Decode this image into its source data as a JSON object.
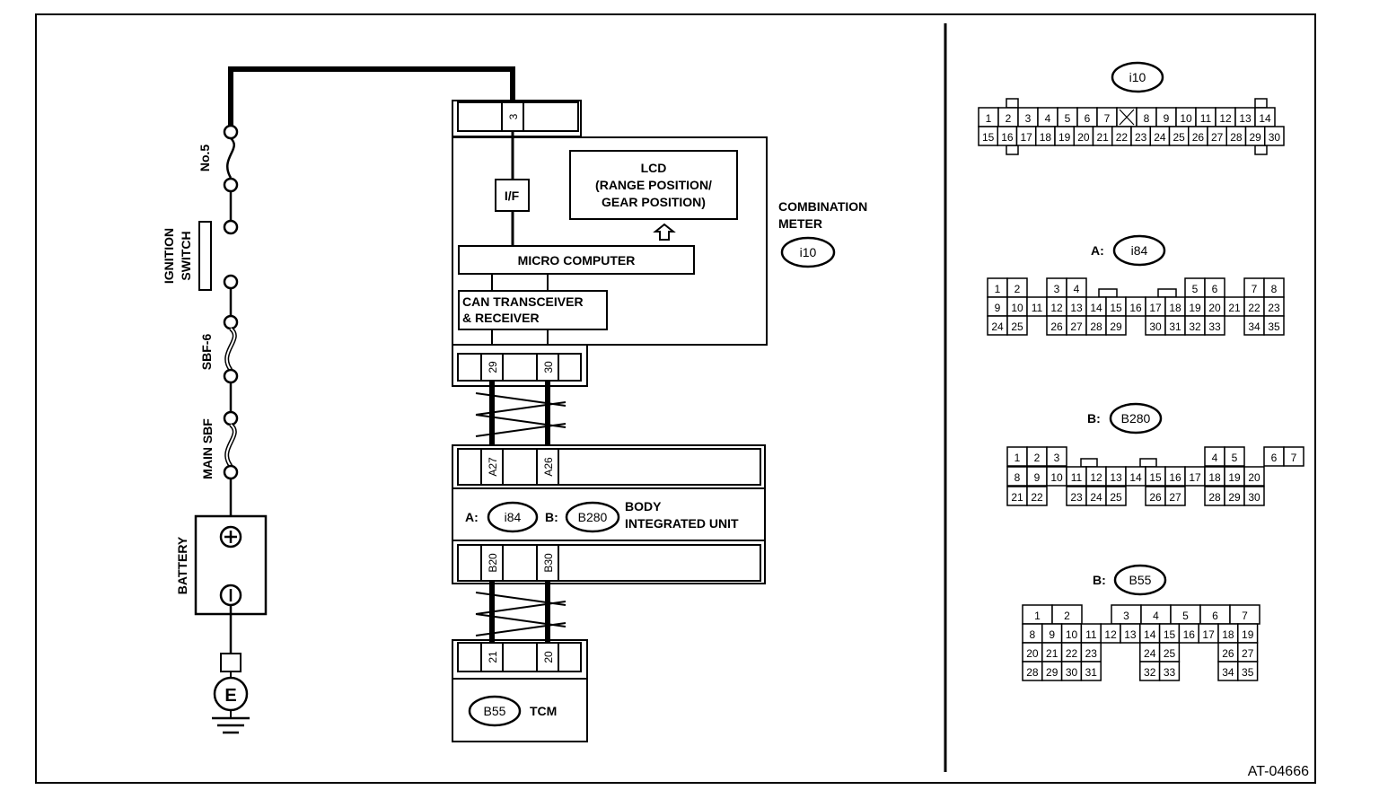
{
  "figure_id": "AT-04666",
  "power": {
    "fuse_no5": "No.5",
    "ignition_switch": [
      "IGNITION",
      "SWITCH"
    ],
    "sbf6": "SBF-6",
    "main_sbf": "MAIN SBF",
    "battery": "BATTERY",
    "plus": "⊕",
    "minus": "⊖",
    "ground": "E"
  },
  "combination_meter": {
    "pin_top": "3",
    "if_label": "I/F",
    "lcd": [
      "LCD",
      "(RANGE POSITION/",
      "GEAR POSITION)"
    ],
    "micro_computer": "MICRO COMPUTER",
    "can": [
      "CAN TRANSCEIVER",
      "& RECEIVER"
    ],
    "title": [
      "COMBINATION",
      "METER"
    ],
    "connector": "i10",
    "pins_bottom": [
      "29",
      "30"
    ]
  },
  "body_integrated_unit": {
    "pins_top": [
      "A27",
      "A26"
    ],
    "a_prefix": "A:",
    "a_connector": "i84",
    "b_prefix": "B:",
    "b_connector": "B280",
    "title": [
      "BODY",
      "INTEGRATED UNIT"
    ],
    "pins_bottom": [
      "B20",
      "B30"
    ]
  },
  "tcm": {
    "pins_top": [
      "21",
      "20"
    ],
    "connector": "B55",
    "title": "TCM"
  },
  "connectors": {
    "i10": {
      "label": "i10",
      "prefix": "",
      "row1": [
        "1",
        "2",
        "3",
        "4",
        "5",
        "6",
        "7",
        "",
        "8",
        "9",
        "10",
        "11",
        "12",
        "13",
        "14"
      ],
      "row2": [
        "15",
        "16",
        "17",
        "18",
        "19",
        "20",
        "21",
        "22",
        "23",
        "24",
        "25",
        "26",
        "27",
        "28",
        "29",
        "30"
      ]
    },
    "i84": {
      "label": "i84",
      "prefix": "A:",
      "row1": [
        "1",
        "2",
        "",
        "3",
        "4",
        "",
        "",
        "",
        "",
        "",
        "5",
        "6",
        "",
        "7",
        "8"
      ],
      "row2": [
        "9",
        "10",
        "11",
        "12",
        "13",
        "14",
        "15",
        "16",
        "17",
        "18",
        "19",
        "20",
        "21",
        "22",
        "23"
      ],
      "row3": [
        "24",
        "25",
        "",
        "26",
        "27",
        "28",
        "29",
        "",
        "30",
        "31",
        "32",
        "33",
        "",
        "34",
        "35"
      ]
    },
    "b280": {
      "label": "B280",
      "prefix": "B:",
      "row1": [
        "1",
        "2",
        "3",
        "",
        "",
        "",
        "",
        "",
        "",
        "",
        "4",
        "5",
        "",
        "6",
        "7"
      ],
      "row2": [
        "8",
        "9",
        "10",
        "11",
        "12",
        "13",
        "14",
        "15",
        "16",
        "17",
        "18",
        "19",
        "20"
      ],
      "row3": [
        "21",
        "22",
        "",
        "23",
        "24",
        "25",
        "",
        "26",
        "27",
        "",
        "28",
        "29",
        "30"
      ]
    },
    "b55": {
      "label": "B55",
      "prefix": "B:",
      "row1": [
        "1",
        "2",
        "",
        "3",
        "4",
        "5",
        "6",
        "7"
      ],
      "row2": [
        "8",
        "9",
        "10",
        "11",
        "12",
        "13",
        "14",
        "15",
        "16",
        "17",
        "18",
        "19"
      ],
      "row3": [
        "20",
        "21",
        "22",
        "23",
        "",
        "",
        "24",
        "25",
        "",
        "",
        "26",
        "27"
      ],
      "row4": [
        "28",
        "29",
        "30",
        "31",
        "",
        "",
        "32",
        "33",
        "",
        "",
        "34",
        "35"
      ]
    }
  }
}
